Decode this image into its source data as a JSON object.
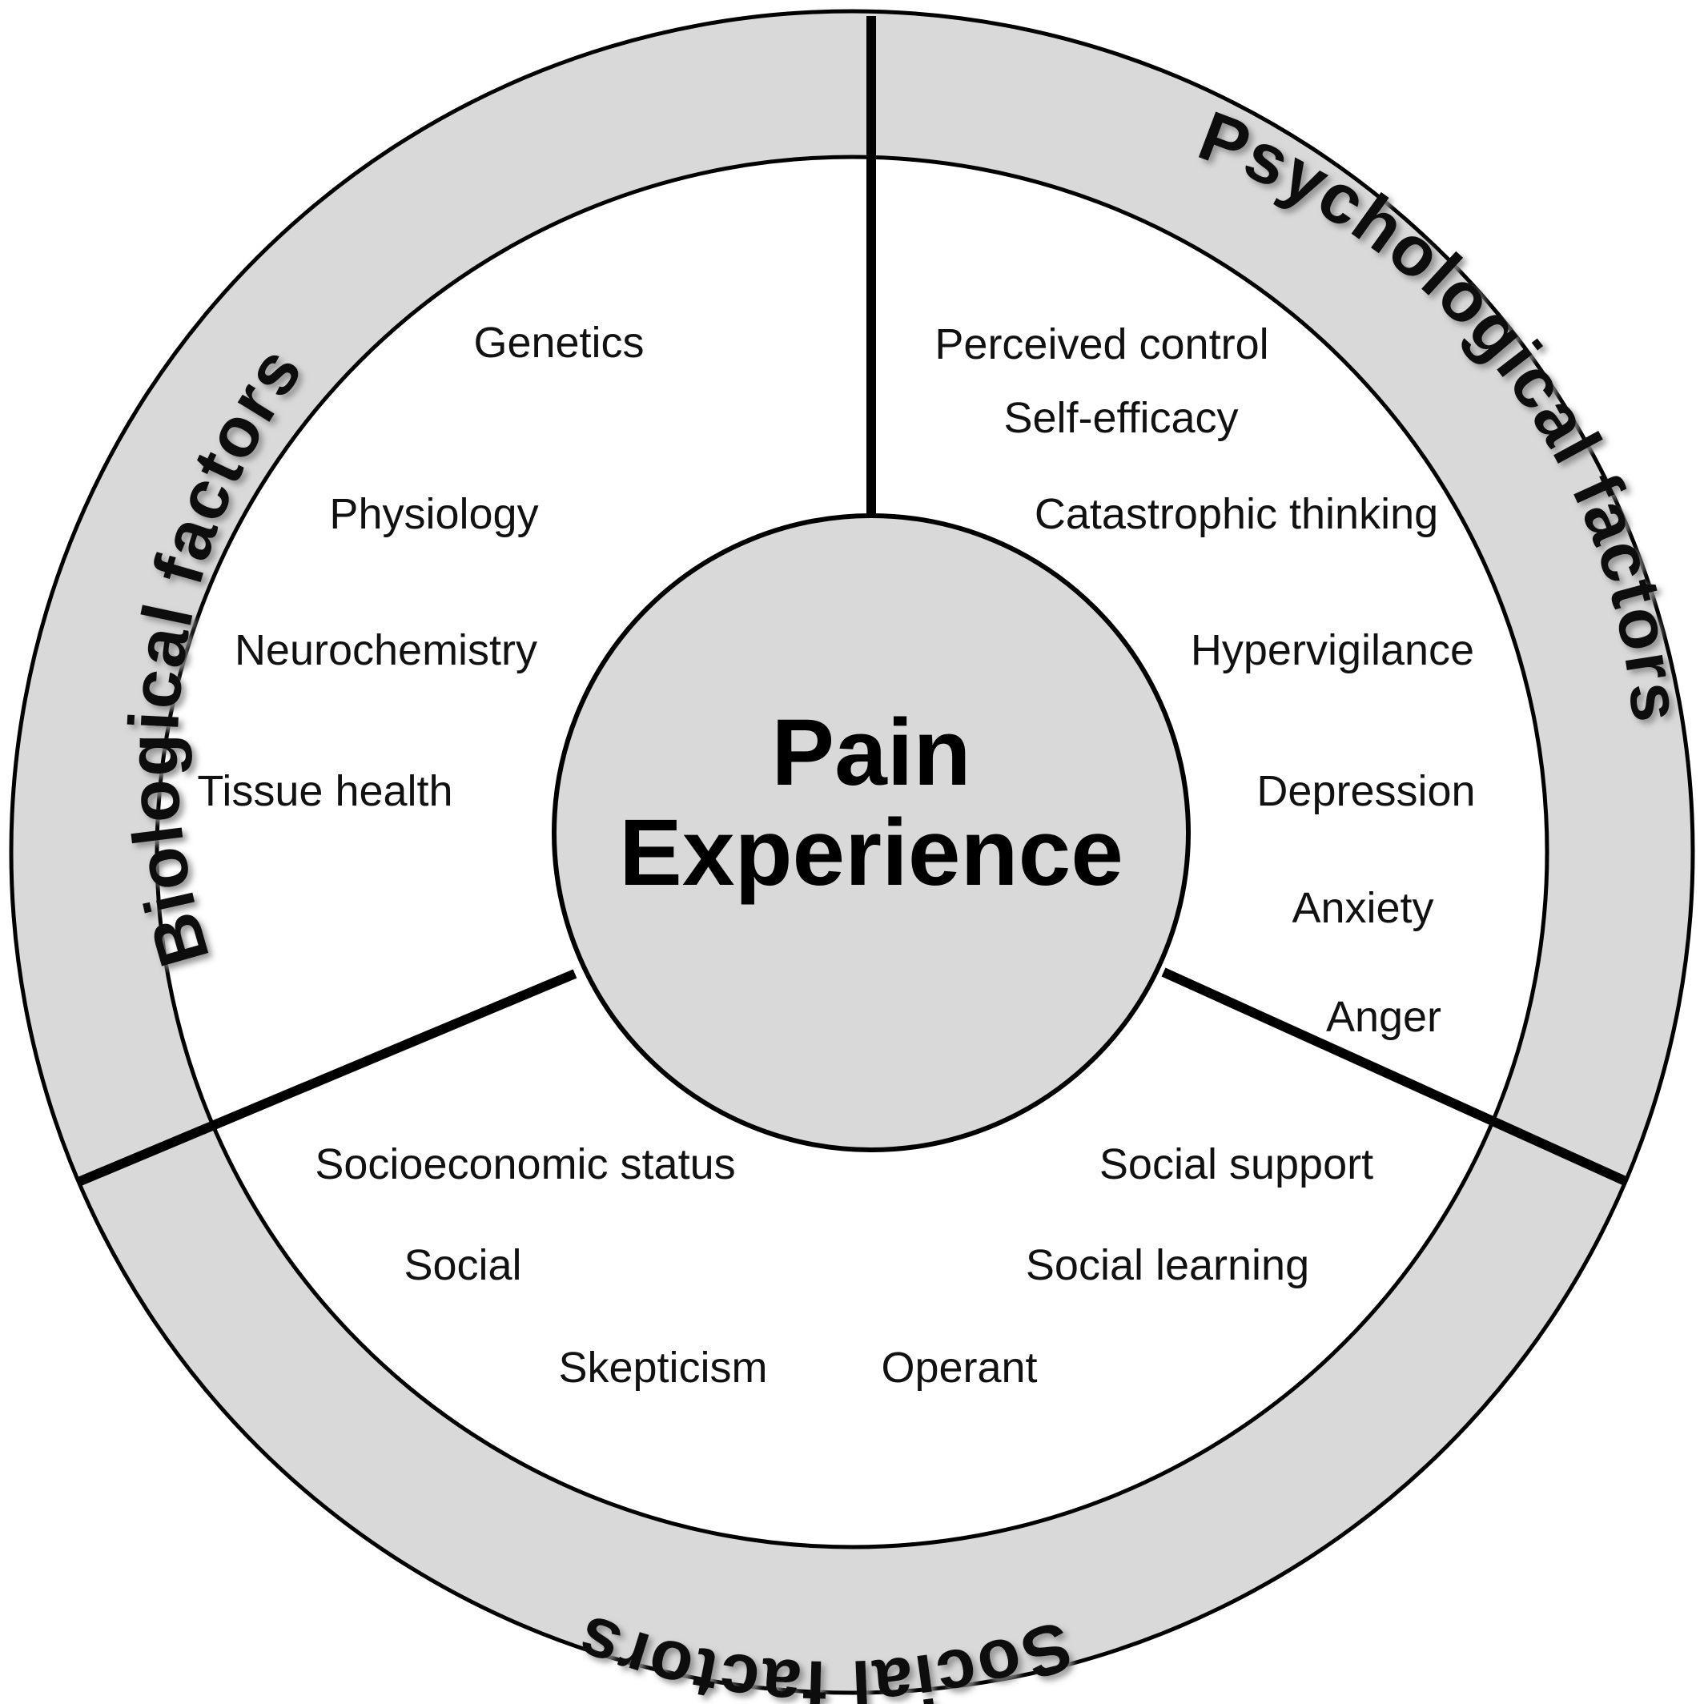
{
  "center": {
    "line1": "Pain",
    "line2": "Experience"
  },
  "ring_labels": {
    "biological": "Biological factors",
    "psychological": "Psychological factors",
    "social": "Social factors"
  },
  "biological_items": [
    "Genetics",
    "Physiology",
    "Neurochemistry",
    "Tissue health"
  ],
  "psychological_items": [
    "Perceived control",
    "Self-efficacy",
    "Catastrophic thinking",
    "Hypervigilance",
    "Depression",
    "Anxiety",
    "Anger"
  ],
  "social_items": [
    "Socioeconomic status",
    "Social",
    "Skepticism",
    "Operant",
    "Social support",
    "Social learning"
  ],
  "colors": {
    "ring_fill": "#d9d9d9",
    "center_fill": "#d9d9d9",
    "stroke": "#000000",
    "label_shadow": "#9a9a9a"
  }
}
